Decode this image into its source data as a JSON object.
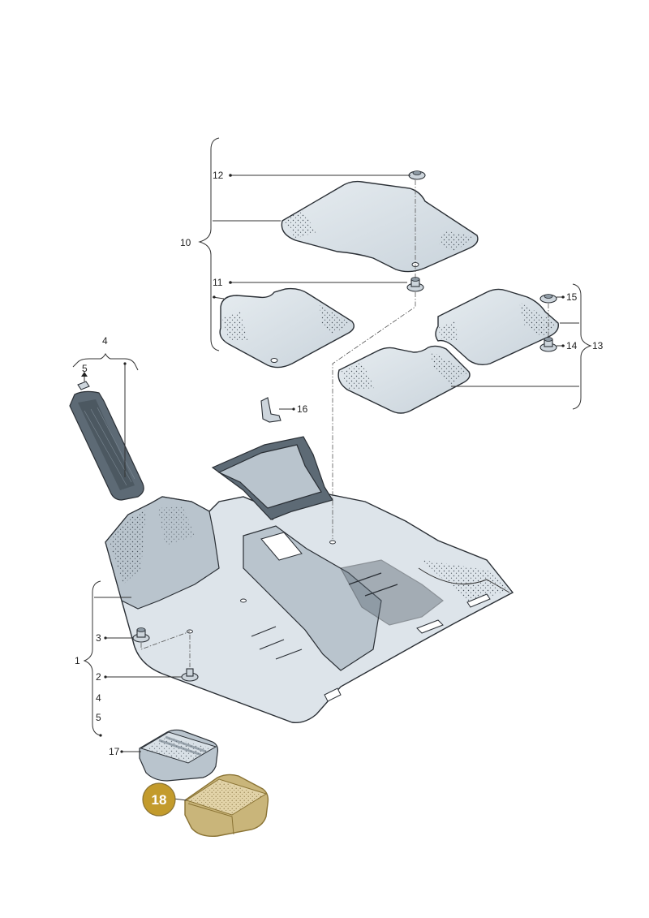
{
  "callouts": {
    "c1": "1",
    "c2": "2",
    "c3": "3",
    "c4a": "4",
    "c4b": "4",
    "c5a": "5",
    "c5b": "5",
    "c10": "10",
    "c11": "11",
    "c12": "12",
    "c13": "13",
    "c14": "14",
    "c15": "15",
    "c16": "16",
    "c17": "17",
    "c18": "18"
  },
  "colors": {
    "highlight_fill": "#c39b2c",
    "highlight_part": "#e2d3a8",
    "mat": "#d3dce3",
    "carpet": "#dde4ea",
    "outline": "#2a2f35"
  }
}
